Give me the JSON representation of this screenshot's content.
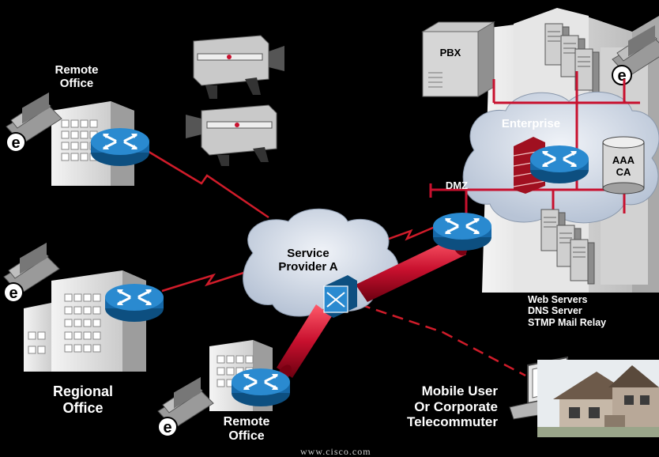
{
  "labels": {
    "remote_office_top": "Remote\nOffice",
    "regional_office": "Regional\nOffice",
    "remote_office_bottom": "Remote\nOffice",
    "service_provider": "Service\nProvider A",
    "pbx": "PBX",
    "enterprise": "Enterprise",
    "dmz": "DMZ",
    "aaa_ca": "AAA\nCA",
    "servers": "Web Servers\nDNS Server\nSTMP Mail Relay",
    "mobile_user": "Mobile User\nOr Corporate\nTelecommuter"
  },
  "footer": "www.cisco.com",
  "colors": {
    "background": "#000000",
    "tunnel": "#c8102e",
    "router": "#1b7bbf",
    "cloud": "#c9d3e0",
    "wan_link": "#d01c2a",
    "building": "#d8d8d8"
  },
  "icons": [
    "router-icon",
    "switch-icon",
    "firewall-icon",
    "database-icon",
    "ip-phone-icon",
    "video-camera-icon",
    "laptop-icon",
    "server-icon",
    "building-icon",
    "house-photo"
  ]
}
